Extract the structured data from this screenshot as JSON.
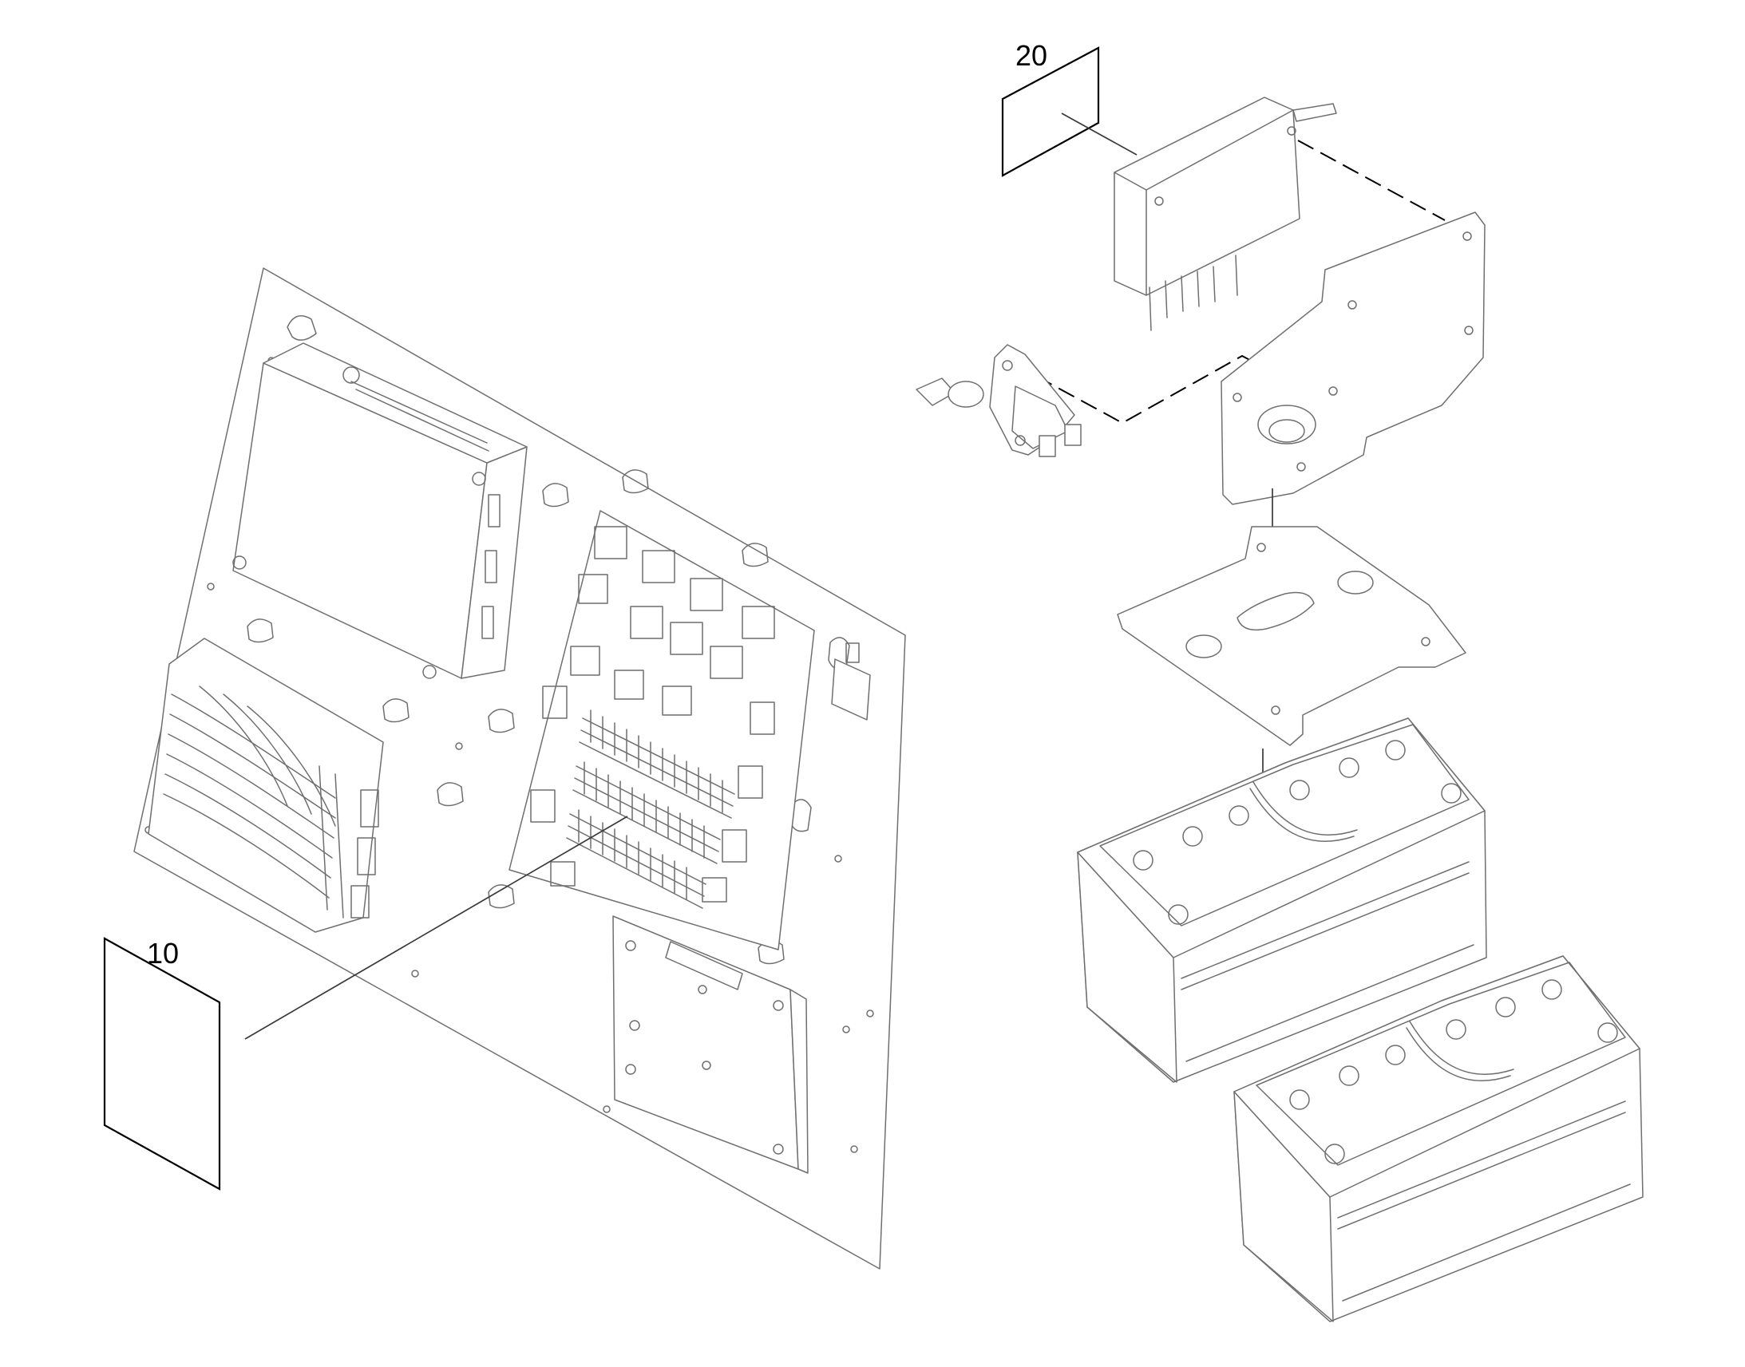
{
  "callouts": [
    {
      "id": "item-10",
      "number": "10"
    },
    {
      "id": "item-20",
      "number": "20"
    }
  ],
  "colors": {
    "line": "#6f6f6f",
    "leader": "#000000",
    "background": "#ffffff"
  }
}
